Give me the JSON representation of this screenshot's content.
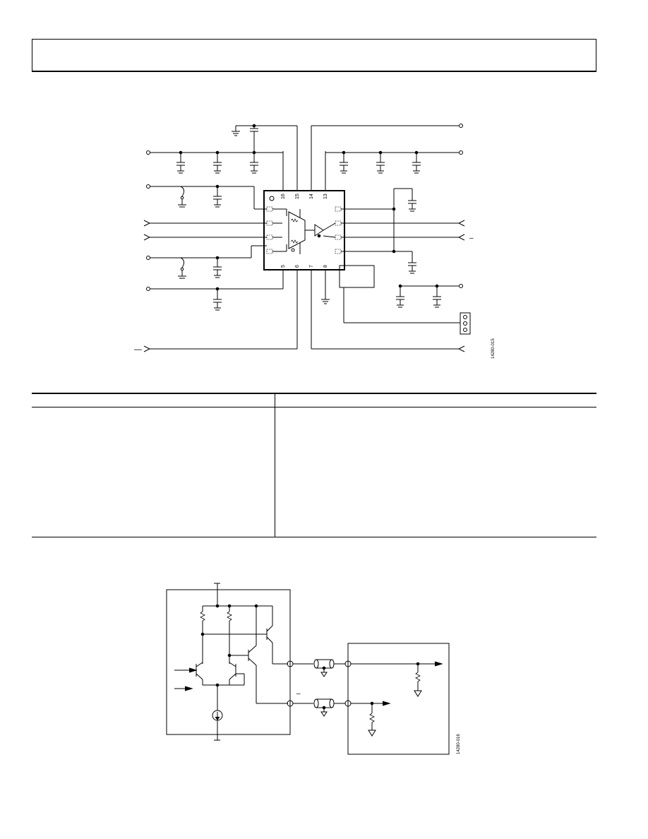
{
  "figure_top": {
    "pins_top": [
      "16",
      "15",
      "14",
      "13"
    ],
    "pins_bottom": [
      "5",
      "6",
      "7",
      "8"
    ],
    "minus_sign_right": "–",
    "minus_sign_bottom_left": "—",
    "fig_id": "14280-015"
  },
  "figure_bottom": {
    "minus_sign": "–",
    "fig_id": "14280-016"
  }
}
